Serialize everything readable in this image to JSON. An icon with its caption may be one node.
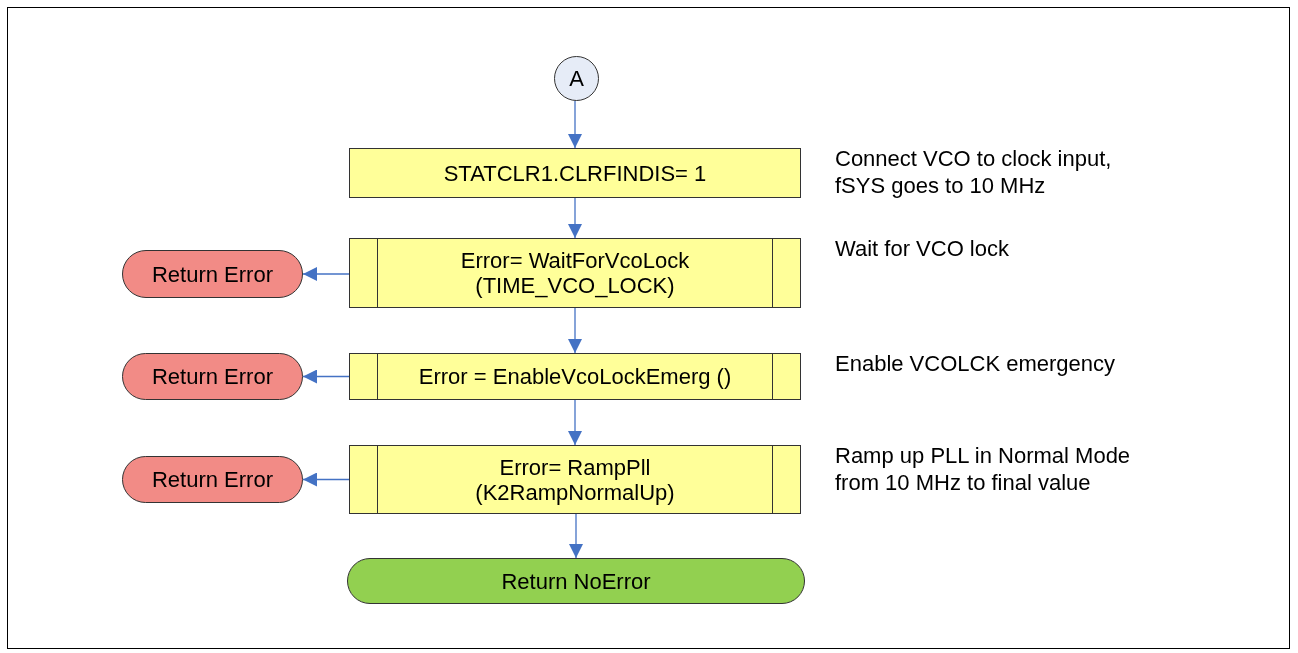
{
  "diagram": {
    "nodes": [
      {
        "text": [
          "A"
        ]
      },
      {
        "text": [
          "STATCLR1.CLRFINDIS= 1"
        ],
        "beside": [
          "Connect VCO to clock input, fSYS goes to 10 MHz"
        ]
      },
      {
        "text": [
          "Error= WaitForVcoLock (TIME_VCO_LOCK)"
        ],
        "beside": [
          "Wait for VCO lock"
        ]
      },
      {
        "text": [
          "Return Error"
        ]
      },
      {
        "text": [
          "Error = EnableVcoLockEmerg ()"
        ],
        "beside": [
          "Enable VCOLCK emergency"
        ]
      },
      {
        "text": [
          "Return Error"
        ]
      },
      {
        "text": [
          "Error= RampPll (K2RampNormalUp)"
        ],
        "beside": [
          "Ramp up PLL in Normal Mode from 10 MHz to final value"
        ]
      },
      {
        "text": [
          "Return Error"
        ]
      },
      {
        "text": [
          "Return NoError"
        ]
      }
    ],
    "edges": [
      {
        "from": 0,
        "to": 1,
        "arrow": "to"
      },
      {
        "from": 1,
        "to": 2,
        "arrow": "to"
      },
      {
        "from": 2,
        "to": 3,
        "arrow": "to"
      },
      {
        "from": 2,
        "to": 4,
        "arrow": "to"
      },
      {
        "from": 4,
        "to": 5,
        "arrow": "to"
      },
      {
        "from": 4,
        "to": 6,
        "arrow": "to"
      },
      {
        "from": 6,
        "to": 7,
        "arrow": "to"
      },
      {
        "from": 6,
        "to": 8,
        "arrow": "to"
      }
    ]
  }
}
